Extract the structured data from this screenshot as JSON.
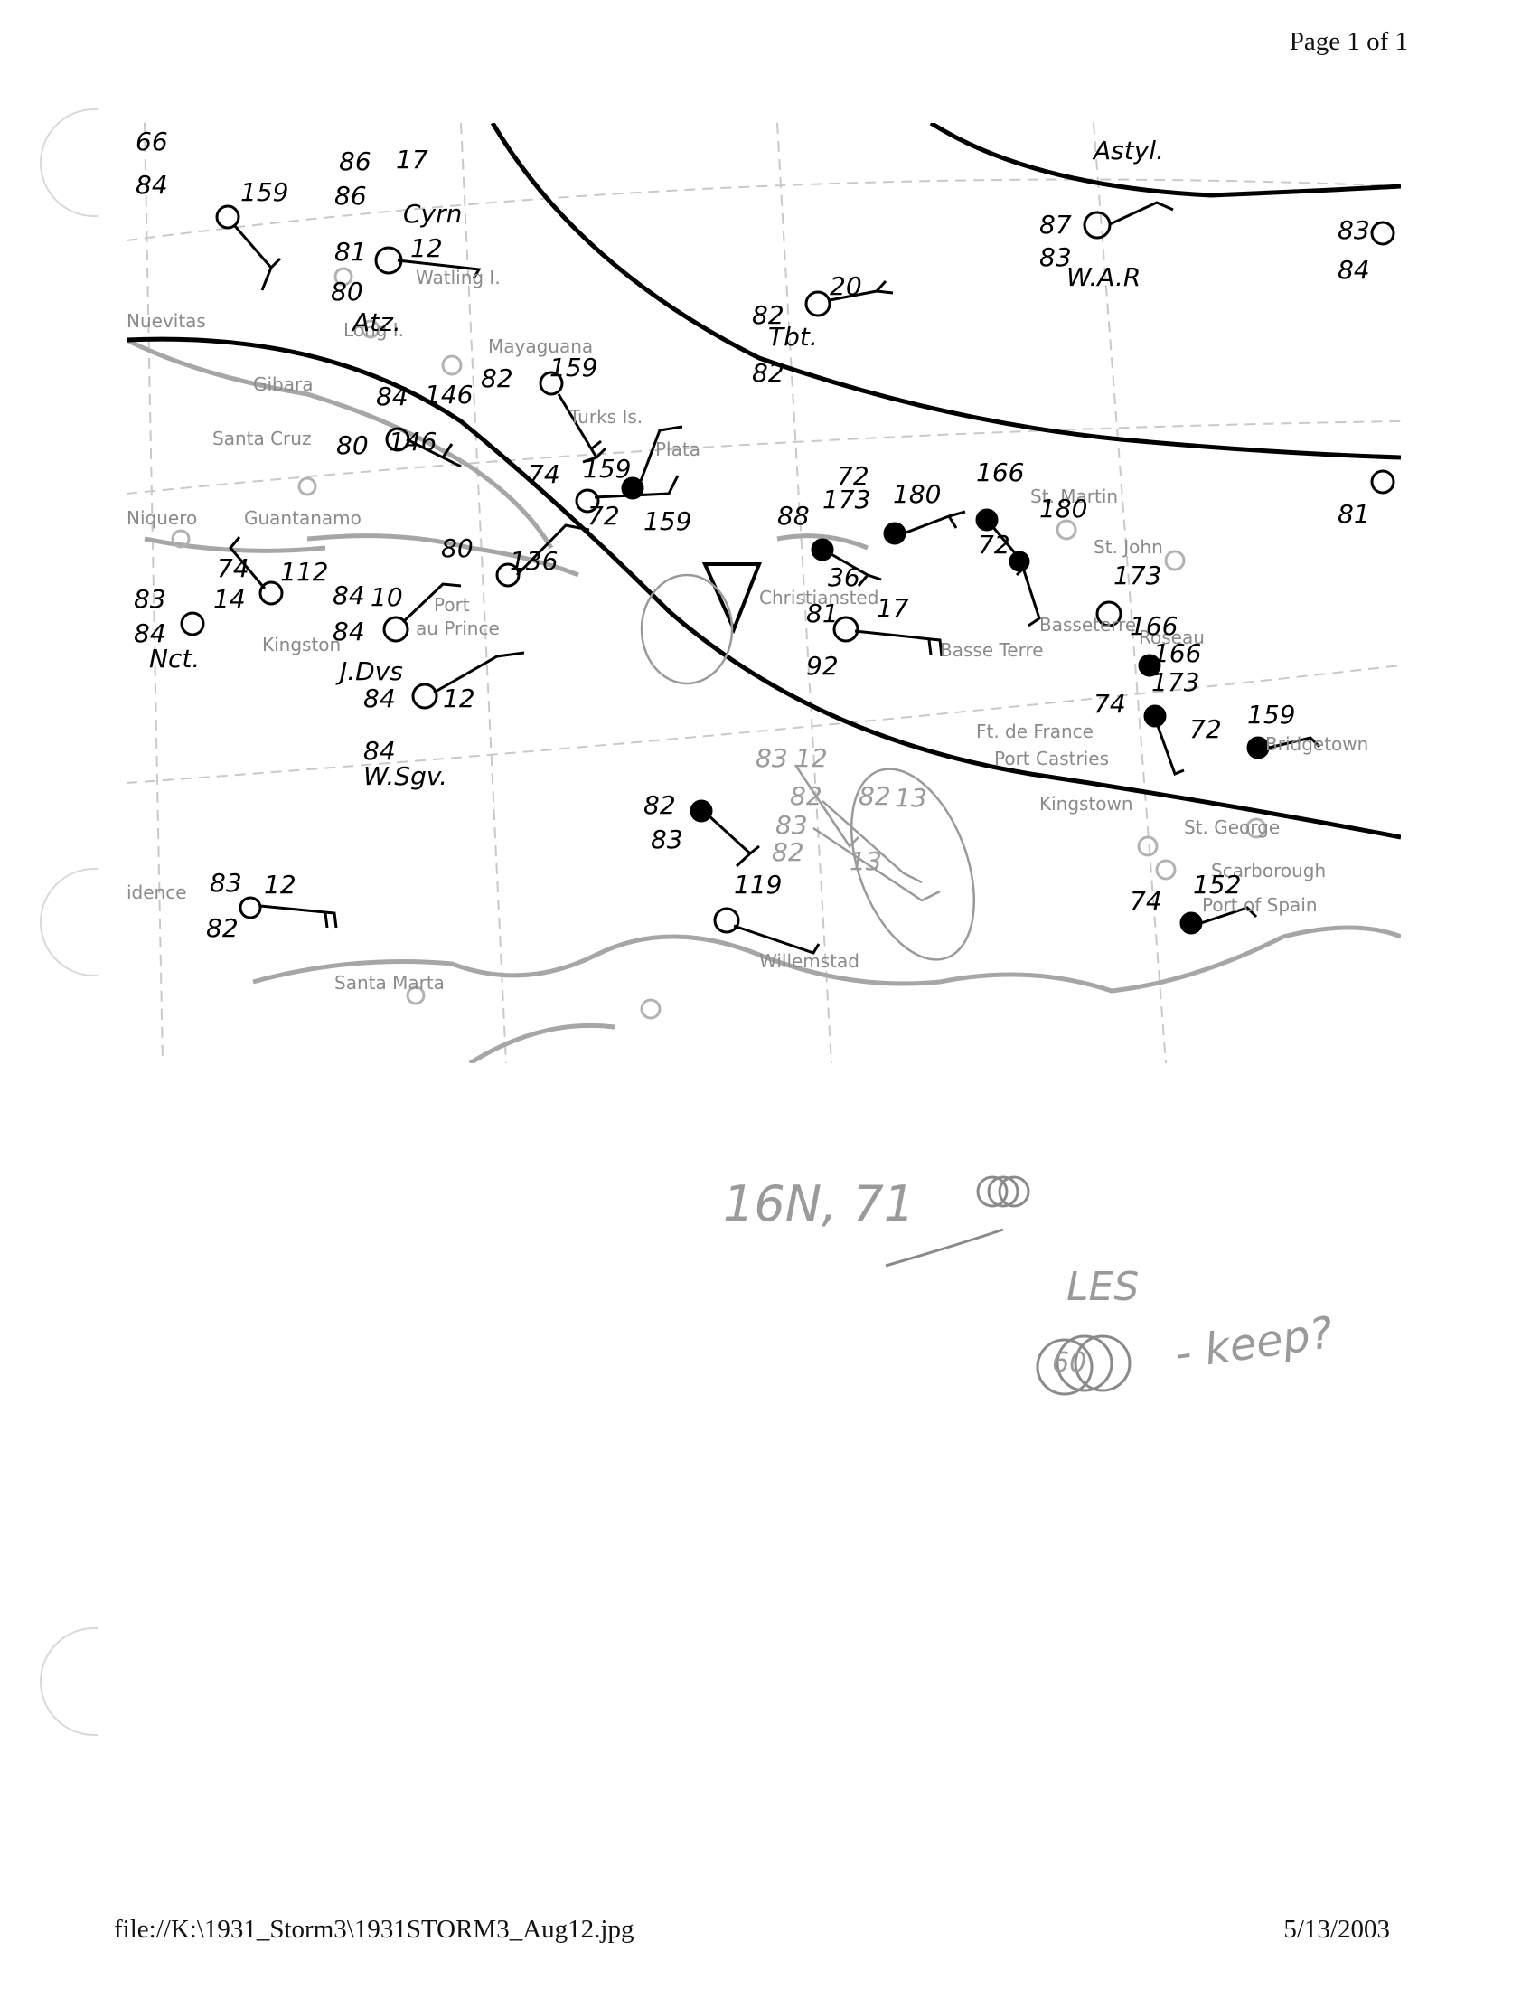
{
  "header": {
    "page": "Page 1 of 1"
  },
  "footer": {
    "path": "file://K:\\1931_Storm3\\1931STORM3_Aug12.jpg",
    "date": "5/13/2003"
  },
  "map": {
    "place_labels": [
      "Gibara",
      "Guantanamo",
      "Niquero",
      "Kingston",
      "Port",
      "au Prince",
      "Turks Is.",
      "Mayaguana",
      "Plata",
      "Santa Marta",
      "Basseterre",
      "Basse Terre",
      "St. Martin",
      "St. John",
      "Roseau",
      "Ft. de France",
      "Port Castries",
      "Kingstown",
      "St. George",
      "Bridgetown",
      "Scarborough",
      "Port of Spain",
      "Christiansted",
      "Willemstad",
      "Nuevitas",
      "Santa Cruz",
      "Long I.",
      "Watling I.",
      "idence"
    ],
    "station_codes": [
      "Cyrn",
      "Atz.",
      "J.Dvs",
      "W.Sgv.",
      "Nct.",
      "Tbt.",
      "W.A.R",
      "Astyl."
    ],
    "observations": [
      "84",
      "159",
      "86",
      "17",
      "86",
      "81",
      "12",
      "80",
      "82",
      "159",
      "84",
      "146",
      "80",
      "146",
      "74",
      "159",
      "72",
      "159",
      "136",
      "80",
      "74",
      "112",
      "83",
      "14",
      "84",
      "84",
      "10",
      "84",
      "84",
      "12",
      "84",
      "82",
      "20",
      "82",
      "88",
      "173",
      "72",
      "180",
      "166",
      "180",
      "72",
      "81",
      "17",
      "36",
      "92",
      "173",
      "166",
      "166",
      "173",
      "74",
      "72",
      "159",
      "82",
      "83",
      "119",
      "83",
      "12",
      "82",
      "82",
      "13",
      "83",
      "82",
      "13",
      "74",
      "152",
      "83",
      "12",
      "82",
      "87",
      "83",
      "83",
      "84",
      "81",
      "66"
    ]
  },
  "annotations": {
    "coords": "16N, 71",
    "circled": "60",
    "code": "LES",
    "note": "- keep?"
  }
}
